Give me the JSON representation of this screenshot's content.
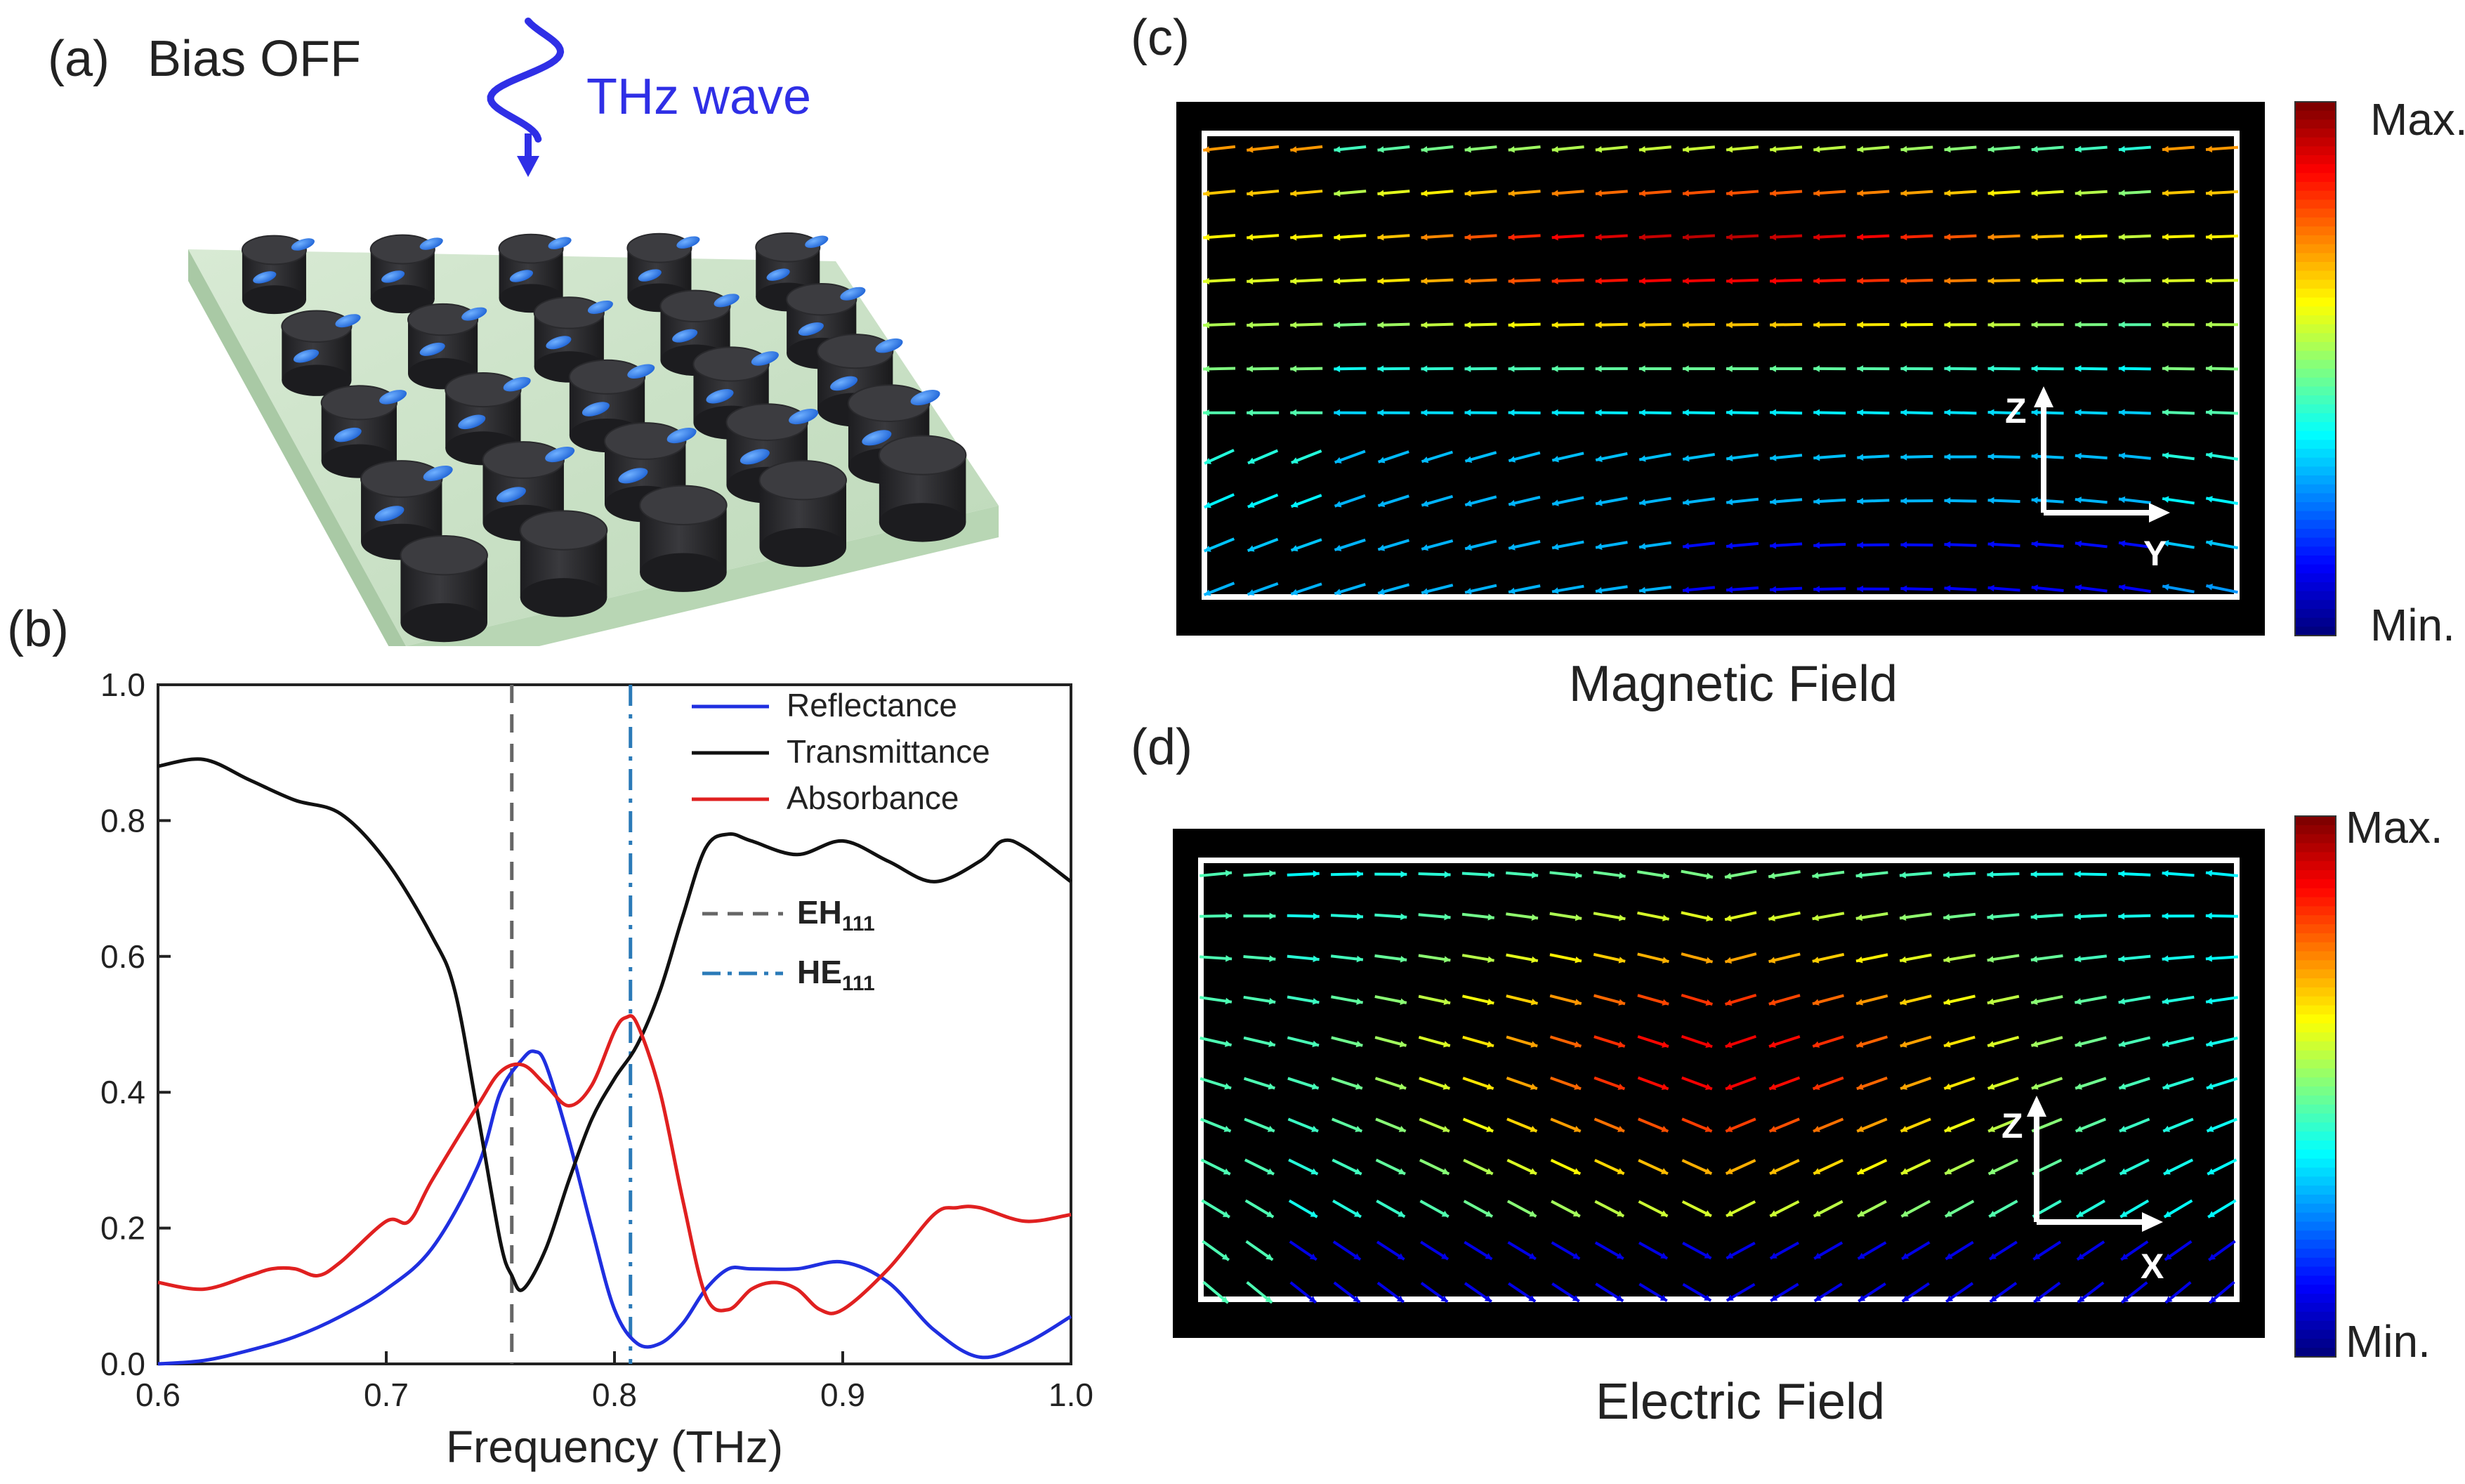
{
  "panel_a": {
    "label": "(a)",
    "title": "Bias OFF",
    "wave_label": "THz wave",
    "colors": {
      "substrate": "#cfe3cc",
      "pillar": "#2b2b2d",
      "molecule": "#2f7de8",
      "wave": "#2f2fe6"
    }
  },
  "panel_b": {
    "label": "(b)",
    "legend": [
      "Reflectance",
      "Transmittance",
      "Absorbance"
    ],
    "mode_legend": [
      {
        "base": "EH",
        "sub": "111"
      },
      {
        "base": "HE",
        "sub": "111"
      }
    ]
  },
  "panel_c": {
    "label": "(c)",
    "caption": "Magnetic Field",
    "axis_up": "Z",
    "axis_right": "Y",
    "colorbar_max": "Max.",
    "colorbar_min": "Min."
  },
  "panel_d": {
    "label": "(d)",
    "caption": "Electric Field",
    "axis_up": "Z",
    "axis_right": "X",
    "colorbar_max": "Max.",
    "colorbar_min": "Min."
  },
  "chart_data": {
    "type": "line",
    "xlabel": "Frequency (THz)",
    "ylabel": "",
    "xlim": [
      0.6,
      1.0
    ],
    "ylim": [
      0.0,
      1.0
    ],
    "xticks": [
      "0.6",
      "0.7",
      "0.8",
      "0.9",
      "1.0"
    ],
    "yticks": [
      "0.0",
      "0.2",
      "0.4",
      "0.6",
      "0.8",
      "1.0"
    ],
    "legend_position": "top-right",
    "series": [
      {
        "name": "Reflectance",
        "color": "#1f2fe0",
        "x": [
          0.6,
          0.62,
          0.64,
          0.66,
          0.68,
          0.7,
          0.72,
          0.74,
          0.75,
          0.76,
          0.765,
          0.77,
          0.78,
          0.79,
          0.8,
          0.81,
          0.82,
          0.83,
          0.84,
          0.85,
          0.86,
          0.88,
          0.9,
          0.92,
          0.94,
          0.96,
          0.98,
          1.0
        ],
        "y": [
          0.0,
          0.005,
          0.02,
          0.04,
          0.07,
          0.11,
          0.17,
          0.29,
          0.4,
          0.45,
          0.46,
          0.44,
          0.33,
          0.2,
          0.08,
          0.03,
          0.03,
          0.06,
          0.11,
          0.14,
          0.14,
          0.14,
          0.15,
          0.12,
          0.05,
          0.01,
          0.03,
          0.07
        ]
      },
      {
        "name": "Transmittance",
        "color": "#111111",
        "x": [
          0.6,
          0.62,
          0.64,
          0.66,
          0.68,
          0.7,
          0.72,
          0.73,
          0.74,
          0.75,
          0.755,
          0.76,
          0.77,
          0.78,
          0.79,
          0.8,
          0.81,
          0.82,
          0.83,
          0.84,
          0.85,
          0.86,
          0.88,
          0.9,
          0.92,
          0.94,
          0.96,
          0.97,
          0.98,
          1.0
        ],
        "y": [
          0.88,
          0.89,
          0.86,
          0.83,
          0.81,
          0.74,
          0.63,
          0.55,
          0.37,
          0.18,
          0.13,
          0.11,
          0.17,
          0.27,
          0.36,
          0.42,
          0.47,
          0.55,
          0.66,
          0.76,
          0.78,
          0.77,
          0.75,
          0.77,
          0.74,
          0.71,
          0.74,
          0.77,
          0.76,
          0.71
        ]
      },
      {
        "name": "Absorbance",
        "color": "#e02020",
        "x": [
          0.6,
          0.62,
          0.64,
          0.65,
          0.66,
          0.67,
          0.68,
          0.7,
          0.71,
          0.72,
          0.74,
          0.75,
          0.76,
          0.77,
          0.78,
          0.79,
          0.8,
          0.805,
          0.81,
          0.82,
          0.83,
          0.84,
          0.85,
          0.86,
          0.87,
          0.88,
          0.89,
          0.9,
          0.92,
          0.94,
          0.95,
          0.96,
          0.98,
          1.0
        ],
        "y": [
          0.12,
          0.11,
          0.13,
          0.14,
          0.14,
          0.13,
          0.15,
          0.21,
          0.21,
          0.27,
          0.38,
          0.43,
          0.44,
          0.41,
          0.38,
          0.41,
          0.49,
          0.51,
          0.5,
          0.4,
          0.24,
          0.1,
          0.08,
          0.11,
          0.12,
          0.11,
          0.08,
          0.08,
          0.14,
          0.22,
          0.23,
          0.23,
          0.21,
          0.22
        ]
      }
    ],
    "vlines": [
      {
        "name": "EH111",
        "x": 0.755,
        "style": "dashed",
        "color": "#666666"
      },
      {
        "name": "HE111",
        "x": 0.807,
        "style": "dashdot",
        "color": "#2a7ab8"
      }
    ]
  }
}
